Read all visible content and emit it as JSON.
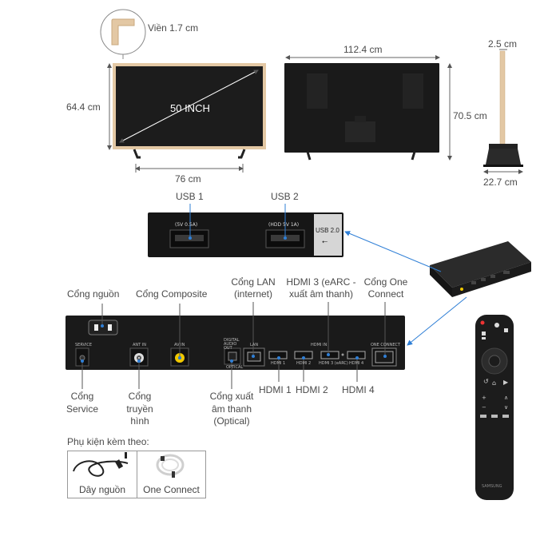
{
  "dimensions": {
    "bezel": "Viền 1.7 cm",
    "front_height": "64.4 cm",
    "screen_size": "50 INCH",
    "stand_width": "76 cm",
    "back_width": "112.4 cm",
    "back_height": "70.5 cm",
    "side_depth_top": "2.5 cm",
    "side_depth_base": "22.7 cm"
  },
  "usb": {
    "usb1_label": "USB 1",
    "usb2_label": "USB 2",
    "usb1_spec": "(5V 0.5A)",
    "usb2_spec": "(HDD 5V 1A)",
    "standard": "USB 2.0"
  },
  "ports_top": {
    "power": "Cổng nguồn",
    "composite": "Cổng Composite",
    "lan_line1": "Cổng LAN",
    "lan_line2": "(internet)",
    "hdmi3_line1": "HDMI 3 (eARC -",
    "hdmi3_line2": "xuất âm thanh)",
    "one_connect_line1": "Cổng One",
    "one_connect_line2": "Connect"
  },
  "ports_bottom": {
    "service_line1": "Cổng",
    "service_line2": "Service",
    "antenna_line1": "Cổng",
    "antenna_line2": "truyền",
    "antenna_line3": "hình",
    "optical_line1": "Cổng xuất",
    "optical_line2": "âm thanh",
    "optical_line3": "(Optical)",
    "hdmi1": "HDMI 1",
    "hdmi2": "HDMI 2",
    "hdmi4": "HDMI 4"
  },
  "panel_printed": {
    "service": "SERVICE",
    "antenna": "ANT IN",
    "av": "AV IN",
    "optical_top": "DIGITAL AUDIO OUT",
    "optical_bottom": "OPTICAL",
    "lan": "LAN",
    "hdmi_in": "HDMI IN",
    "hdmi1": "HDMI 1",
    "hdmi2": "HDMI 2",
    "hdmi3": "HDMI 3 (eARC)",
    "hdmi4": "HDMI 4",
    "one_connect": "ONE CONNECT"
  },
  "accessories": {
    "heading": "Phụ kiện kèm theo:",
    "items": [
      "Dây nguồn",
      "One Connect"
    ]
  },
  "remote": {
    "brand": "SAMSUNG"
  },
  "colors": {
    "frame": "#e3c8a4",
    "tv_dark": "#1c1c1c",
    "arrow_blue": "#2f7fd6",
    "port_yellow": "#f0c800"
  }
}
